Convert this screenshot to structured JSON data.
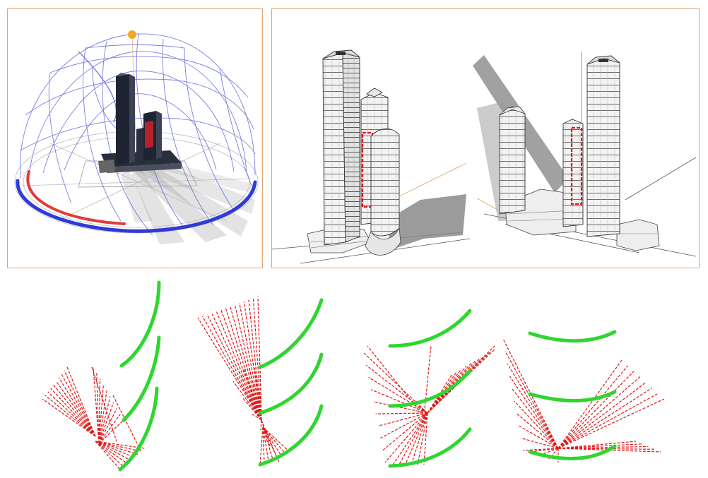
{
  "colors": {
    "panel_border": "#e3a56f",
    "sun": "#f5a623",
    "sunpath_wire": "#5b5fd6",
    "summer_arc": "#e23b3b",
    "winter_arc": "#2f3ad8",
    "tower_dark": "#1f2433",
    "tower_red": "#b5232a",
    "facade_line": "#444444",
    "shadow": "#9a9a9a",
    "ray": "#e01818",
    "reflector": "#2fd62f"
  },
  "ray_sets": [
    {
      "id": "set-1",
      "rays": []
    },
    {
      "id": "set-2",
      "rays": []
    },
    {
      "id": "set-3",
      "rays": []
    },
    {
      "id": "set-4",
      "rays": []
    }
  ]
}
